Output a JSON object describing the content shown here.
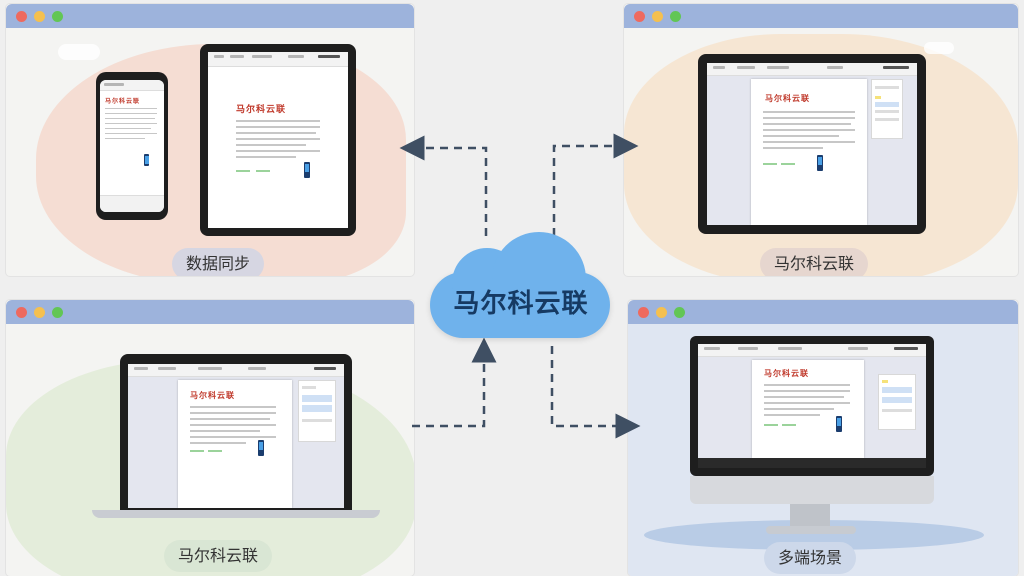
{
  "center": {
    "label": "马尔科云联",
    "color": "#6fb2ec"
  },
  "panels": [
    {
      "id": "top-left",
      "caption": "数据同步",
      "devices": [
        "phone",
        "tablet"
      ]
    },
    {
      "id": "top-right",
      "caption": "马尔科云联",
      "devices": [
        "tablet"
      ]
    },
    {
      "id": "bottom-left",
      "caption": "马尔科云联",
      "devices": [
        "laptop"
      ]
    },
    {
      "id": "bottom-right",
      "caption": "多端场景",
      "devices": [
        "desktop-monitor"
      ]
    }
  ],
  "document": {
    "title": "马尔科云联"
  },
  "window_controls": {
    "close_color": "#ee6a5f",
    "minimize_color": "#f5c04f",
    "maximize_color": "#62c655"
  },
  "titlebar_color": "#9db3dc",
  "arrows": [
    "top-left",
    "top-right",
    "bottom-left",
    "bottom-right"
  ]
}
